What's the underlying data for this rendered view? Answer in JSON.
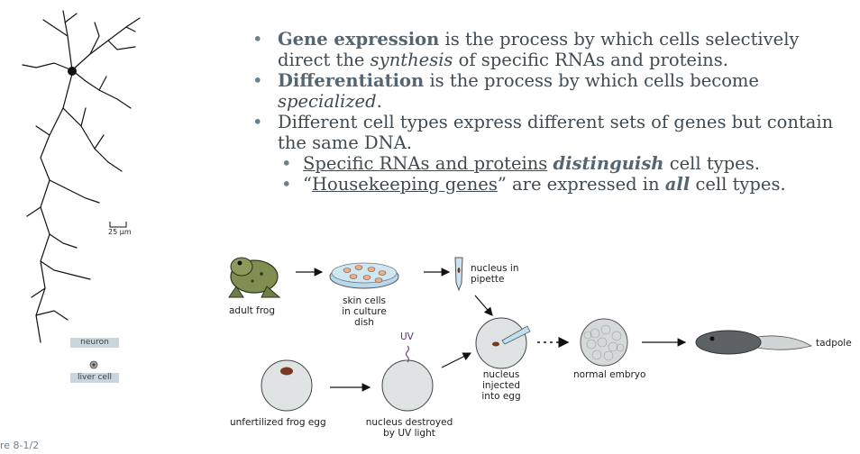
{
  "bullets": {
    "b1": {
      "bold": "Gene expression",
      "text1": " is the process by which cells selectively direct the ",
      "italic": "synthesis",
      "text2": " of specific RNAs and proteins."
    },
    "b2": {
      "bold": "Differentiation",
      "text1": " is the process by which cells become ",
      "italic": "specialized",
      "text2": "."
    },
    "b3": {
      "text": "Different cell types express different sets of genes but contain the same DNA."
    },
    "b4": {
      "underline": "Specific RNAs and proteins",
      "bolditalic": "distinguish",
      "text": " cell types."
    },
    "b5": {
      "open": "“",
      "underline": "Housekeeping genes",
      "text1": "” are expressed in ",
      "bolditalic": "all",
      "text2": " cell types."
    }
  },
  "left_panel": {
    "scale": "25 µm",
    "neuron": "neuron",
    "liver": "liver cell"
  },
  "diagram": {
    "adult_frog": "adult frog",
    "skin_cells": "skin cells in culture dish",
    "nucleus_pipette": "nucleus in pipette",
    "uv": "UV",
    "nucleus_injected": "nucleus injected into egg",
    "normal_embryo": "normal embryo",
    "tadpole": "tadpole",
    "unfertilized": "unfertilized frog egg",
    "destroyed": "nucleus destroyed by UV light"
  },
  "figure_label": "re 8-1/2",
  "colors": {
    "text": "#404a52",
    "bold": "#556672",
    "label_box": "#c9d6dd",
    "cell": "#dfe3e3",
    "nucleus": "#7a3a22"
  }
}
